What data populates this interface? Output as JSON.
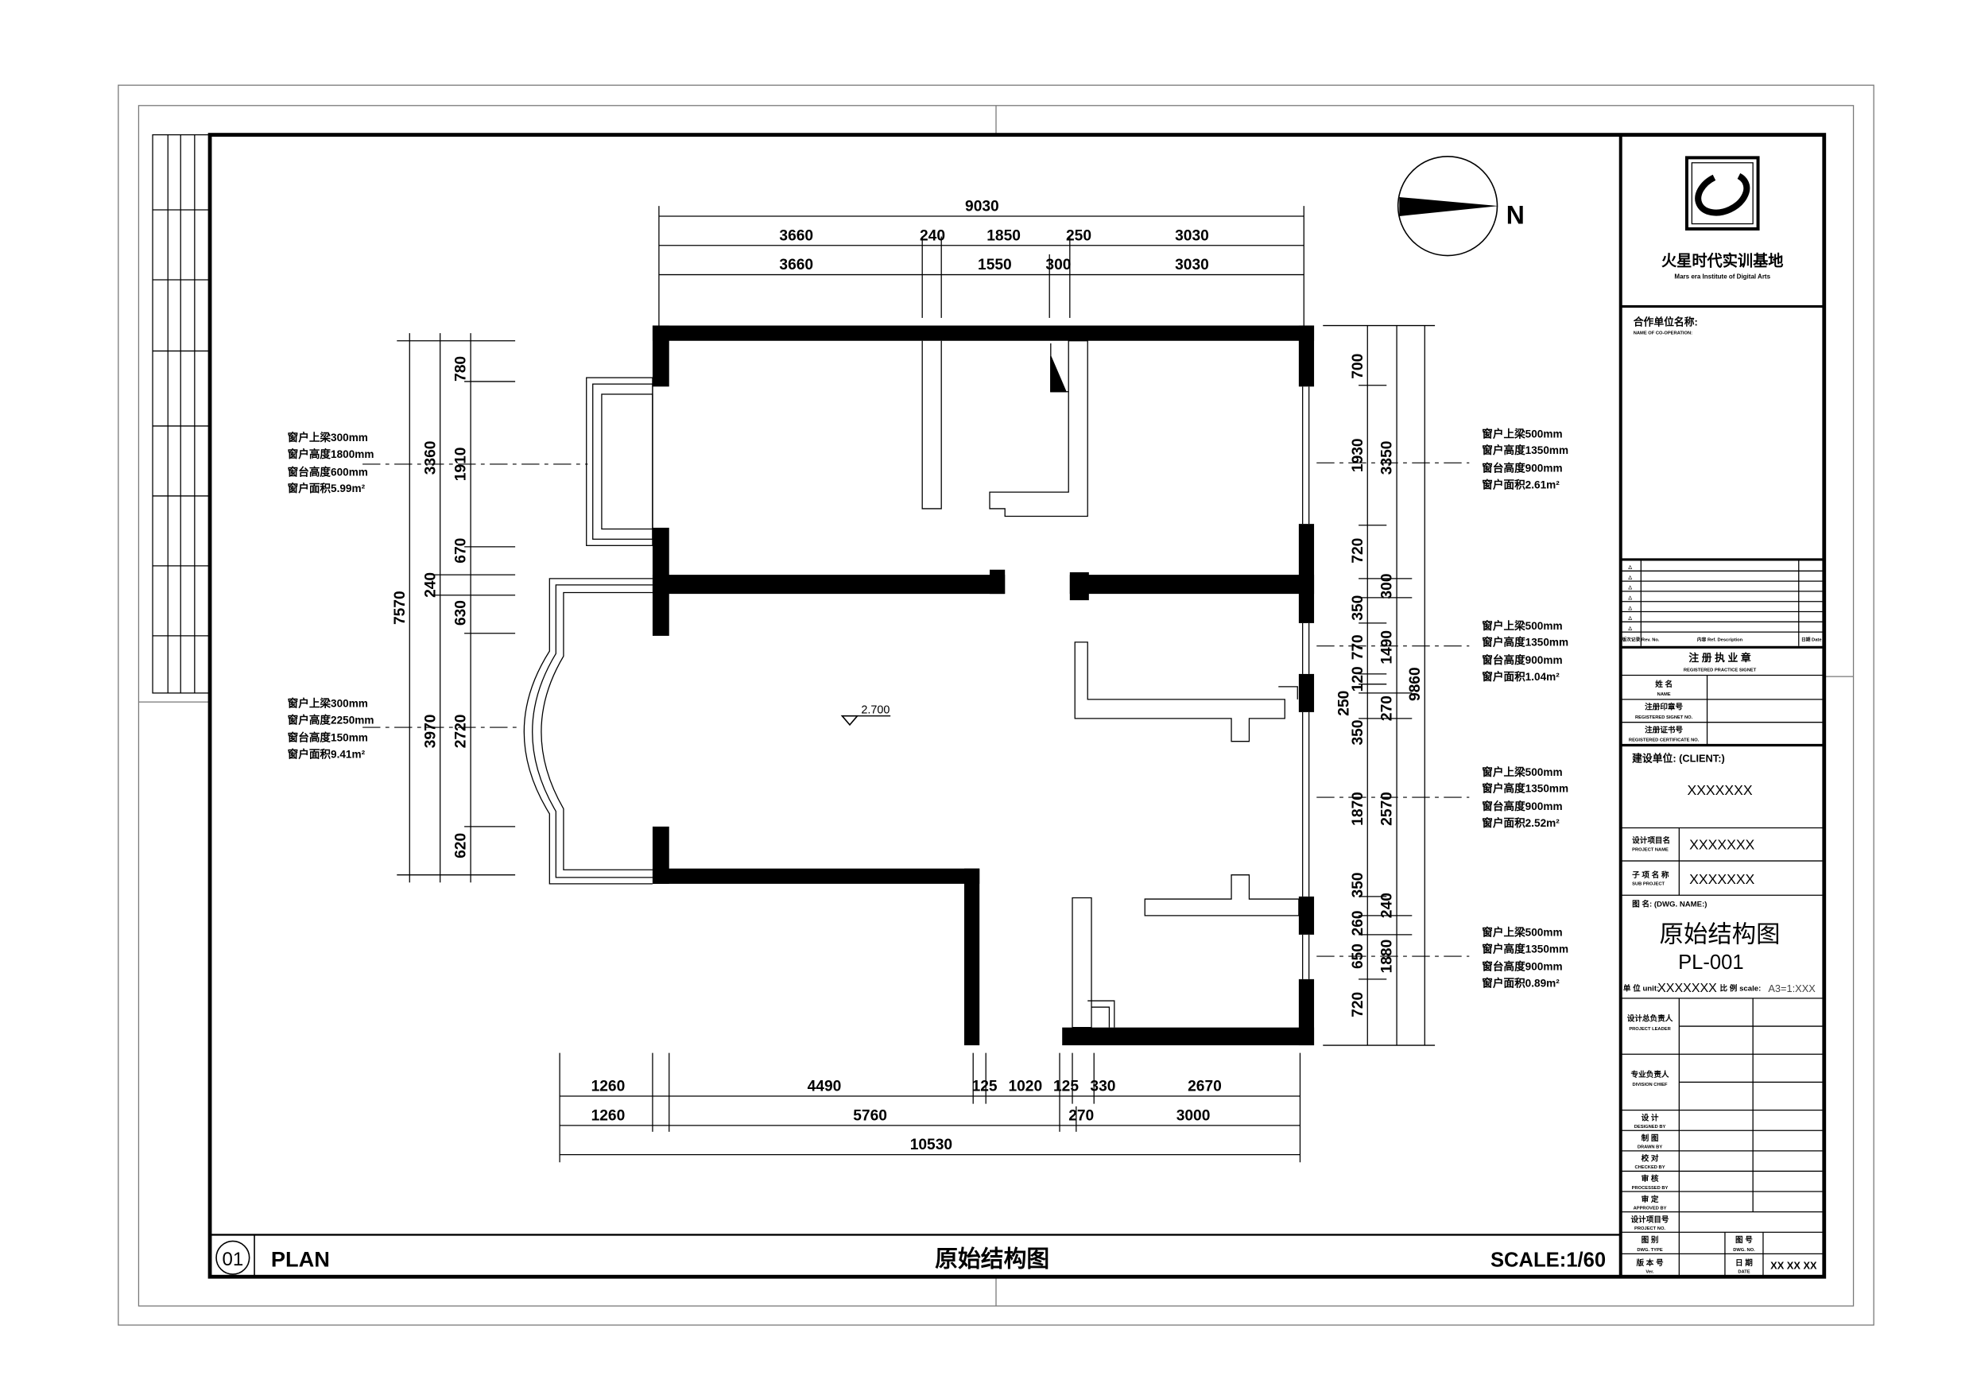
{
  "sheet": {
    "plan_number": "01",
    "plan_label": "PLAN",
    "plan_title": "原始结构图",
    "scale": "SCALE:1/60",
    "north": "N",
    "elevation": "2.700"
  },
  "dimensions": {
    "top_total": "9030",
    "top_row1": [
      "3660",
      "240",
      "1850",
      "250",
      "3030"
    ],
    "top_row2": [
      "3660",
      "1550",
      "300",
      "3030"
    ],
    "bottom_row1": [
      "1260",
      "4490",
      "125",
      "1020",
      "125",
      "330",
      "2670"
    ],
    "bottom_row2": [
      "1260",
      "5760",
      "270",
      "3000"
    ],
    "bottom_total": "10530",
    "left_total": "7570",
    "left_row1": [
      "3360",
      "240",
      "3970"
    ],
    "left_row2": [
      "780",
      "1910",
      "670",
      "630",
      "2720",
      "620"
    ],
    "right_row1": [
      "700",
      "1930",
      "720",
      "350",
      "770",
      "120",
      "250",
      "350",
      "1870",
      "350",
      "260",
      "650",
      "720"
    ],
    "right_row2": [
      "3350",
      "300",
      "1490",
      "270",
      "2570",
      "240",
      "1880"
    ],
    "right_total": "9860"
  },
  "windows": {
    "left": [
      [
        "窗户上梁300mm",
        "窗户高度1800mm",
        "窗台高度600mm",
        "窗户面积5.99m²"
      ],
      [
        "窗户上梁300mm",
        "窗户高度2250mm",
        "窗台高度150mm",
        "窗户面积9.41m²"
      ]
    ],
    "right": [
      [
        "窗户上梁500mm",
        "窗户高度1350mm",
        "窗台高度900mm",
        "窗户面积2.61m²"
      ],
      [
        "窗户上梁500mm",
        "窗户高度1350mm",
        "窗台高度900mm",
        "窗户面积1.04m²"
      ],
      [
        "窗户上梁500mm",
        "窗户高度1350mm",
        "窗台高度900mm",
        "窗户面积2.52m²"
      ],
      [
        "窗户上梁500mm",
        "窗户高度1350mm",
        "窗台高度900mm",
        "窗户面积0.89m²"
      ]
    ]
  },
  "title_block": {
    "org_cn": "火星时代实训基地",
    "org_en": "Mars era Institute of Digital Arts",
    "coop_cn": "合作单位名称:",
    "coop_en": "NAME OF CO-OPERATION:",
    "rev_no": "版次记录 Rev. No.",
    "rev_desc": "内容 Ref. Description",
    "rev_date": "日期 Date",
    "seal_cn": "注 册 执 业 章",
    "seal_en": "REGISTERED PRACTICE SIGNET",
    "name_cn": "姓 名",
    "name_en": "NAME",
    "signet_cn": "注册印章号",
    "signet_en": "REGISTERED SIGNET NO.",
    "cert_cn": "注册证书号",
    "cert_en": "REGISTERED CERTIFICATE NO.",
    "client_label": "建设单位: (CLIENT:)",
    "client_value": "XXXXXXX",
    "project_cn": "设计项目名",
    "project_en": "PROJECT NAME",
    "project_value": "XXXXXXX",
    "sub_cn": "子 项 名 称",
    "sub_en": "SUB PROJECT",
    "sub_value": "XXXXXXX",
    "dwg_name_label": "图  名: (DWG. NAME:)",
    "dwg_name": "原始结构图",
    "dwg_code": "PL-001",
    "unit_label": "单 位 unit:",
    "unit_value": "XXXXXXX",
    "scale_label": "比 例 scale:",
    "scale_value": "A3=1:XXX",
    "roles": [
      [
        "设计总负责人",
        "PROJECT LEADER"
      ],
      [
        "专业负责人",
        "DIVISION CHIEF"
      ],
      [
        "设 计",
        "DESIGNED BY"
      ],
      [
        "制 图",
        "DRAWN BY"
      ],
      [
        "校 对",
        "CHECKED BY"
      ],
      [
        "审 核",
        "PROCESSED BY"
      ],
      [
        "审 定",
        "APPROVED BY"
      ],
      [
        "设计项目号",
        "PROJECT NO."
      ]
    ],
    "dwg_type_cn": "图 别",
    "dwg_type_en": "DWG. TYPE",
    "dwg_no_cn": "图 号",
    "dwg_no_en": "DWG. NO.",
    "ver_cn": "版 本 号",
    "ver_en": "Ver.",
    "date_cn": "日 期",
    "date_en": "DATE",
    "date_value": "XX XX XX"
  }
}
